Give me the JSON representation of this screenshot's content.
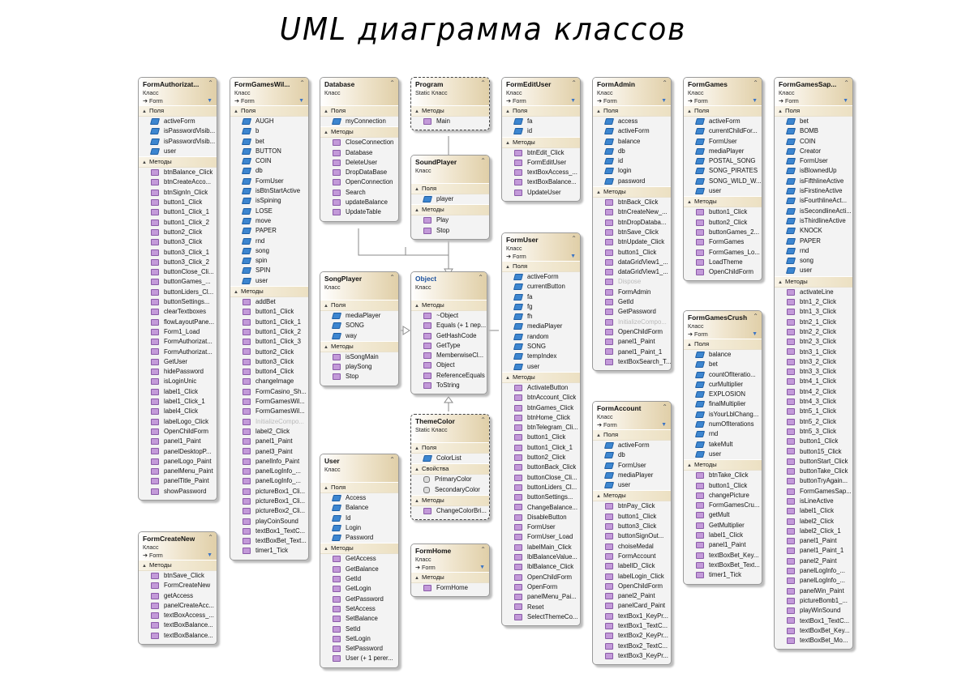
{
  "title": "UML диаграмма классов",
  "labels": {
    "fields": "Поля",
    "methods": "Методы",
    "properties": "Свойства",
    "class_kind": "Класс",
    "static_class_kind": "Static Класс",
    "base_form": "Form"
  },
  "classes": [
    {
      "name": "FormAuthorizat...",
      "kind": "Класс",
      "base": "Form",
      "sections": [
        {
          "label": "Поля",
          "items": [
            "activeForm",
            "isPasswordVisib...",
            "isPasswordVisib...",
            "user"
          ]
        },
        {
          "label": "Методы",
          "items": [
            "btnBalance_Click",
            "btnCreateAcco...",
            "btnSignIn_Click",
            "button1_Click",
            "button1_Click_1",
            "button1_Click_2",
            "button2_Click",
            "button3_Click",
            "button3_Click_1",
            "button3_Click_2",
            "buttonClose_Cli...",
            "buttonGames_...",
            "buttonLiders_Cl...",
            "buttonSettings...",
            "clearTextboxes",
            "flowLayoutPane...",
            "Form1_Load",
            "FormAuthorizat...",
            "FormAuthorizat...",
            "GetUser",
            "hidePassword",
            "isLoginUnic",
            "label1_Click",
            "label1_Click_1",
            "label4_Click",
            "labelLogo_Click",
            "OpenChildForm",
            "panel1_Paint",
            "panelDesktopP...",
            "panelLogo_Paint",
            "panelMenu_Paint",
            "panelTitle_Paint",
            "showPassword"
          ]
        }
      ]
    },
    {
      "name": "FormCreateNew",
      "kind": "Класс",
      "base": "Form",
      "sections": [
        {
          "label": "Методы",
          "items": [
            "btnSave_Click",
            "FormCreateNew",
            "getAccess",
            "panelCreateAcc...",
            "textBoxAccess_...",
            "textBoxBalance...",
            "textBoxBalance..."
          ]
        }
      ]
    },
    {
      "name": "FormGamesWil...",
      "kind": "Класс",
      "base": "Form",
      "sections": [
        {
          "label": "Поля",
          "items": [
            "AUGH",
            "b",
            "bet",
            "BUTTON",
            "COIN",
            "db",
            "FormUser",
            "isBtnStartActive",
            "isSpining",
            "LOSE",
            "move",
            "PAPER",
            "rnd",
            "song",
            "spin",
            "SPIN",
            "user"
          ]
        },
        {
          "label": "Методы",
          "items": [
            "addBet",
            "button1_Click",
            "button1_Click_1",
            "button1_Click_2",
            "button1_Click_3",
            "button2_Click",
            "button3_Click",
            "button4_Click",
            "changeImage",
            "FormCasino_Sh...",
            "FormGamesWil...",
            "FormGamesWil...",
            "InitializeCompo...",
            "label2_Click",
            "panel1_Paint",
            "panel3_Paint",
            "panelInfo_Paint",
            "panelLogInfo_...",
            "panelLogInfo_...",
            "pictureBox1_Cli...",
            "pictureBox1_Cli...",
            "pictureBox2_Cli...",
            "playCoinSound",
            "textBox1_TextC...",
            "textBoxBet_Text...",
            "timer1_Tick"
          ]
        }
      ]
    },
    {
      "name": "Database",
      "kind": "Класс",
      "sections": [
        {
          "label": "Поля",
          "items": [
            "myConnection"
          ]
        },
        {
          "label": "Методы",
          "items": [
            "CloseConnection",
            "Database",
            "DeleteUser",
            "DropDataBase",
            "OpenConnection",
            "Search",
            "updateBalance",
            "UpdateTable"
          ]
        }
      ]
    },
    {
      "name": "Program",
      "kind": "Static Класс",
      "sections": [
        {
          "label": "Методы",
          "items": [
            "Main"
          ]
        }
      ]
    },
    {
      "name": "SoundPlayer",
      "kind": "Класс",
      "sections": [
        {
          "label": "Поля",
          "items": [
            "player"
          ]
        },
        {
          "label": "Методы",
          "items": [
            "Play",
            "Stop"
          ]
        }
      ]
    },
    {
      "name": "SongPlayer",
      "kind": "Класс",
      "sections": [
        {
          "label": "Поля",
          "items": [
            "mediaPlayer",
            "SONG",
            "way"
          ]
        },
        {
          "label": "Методы",
          "items": [
            "isSongMain",
            "playSong",
            "Stop"
          ]
        }
      ]
    },
    {
      "name": "Object",
      "kind": "Класс",
      "sections": [
        {
          "label": "Методы",
          "items": [
            "~Object",
            "Equals (+ 1 пер...",
            "GetHashCode",
            "GetType",
            "MemberwiseCl...",
            "Object",
            "ReferenceEquals",
            "ToString"
          ]
        }
      ]
    },
    {
      "name": "ThemeColor",
      "kind": "Static Класс",
      "sections": [
        {
          "label": "Поля",
          "items": [
            "ColorList"
          ]
        },
        {
          "label": "Свойства",
          "items": [
            "PrimaryColor",
            "SecondaryColor"
          ]
        },
        {
          "label": "Методы",
          "items": [
            "ChangeColorBri..."
          ]
        }
      ]
    },
    {
      "name": "User",
      "kind": "Класс",
      "sections": [
        {
          "label": "Поля",
          "items": [
            "Access",
            "Balance",
            "Id",
            "Login",
            "Password"
          ]
        },
        {
          "label": "Методы",
          "items": [
            "GetAccess",
            "GetBalance",
            "GetId",
            "GetLogin",
            "GetPassword",
            "SetAccess",
            "SetBalance",
            "SetId",
            "SetLogin",
            "SetPassword",
            "User (+ 1 perer..."
          ]
        }
      ]
    },
    {
      "name": "FormHome",
      "kind": "Класс",
      "base": "Form",
      "sections": [
        {
          "label": "Методы",
          "items": [
            "FormHome"
          ]
        }
      ]
    },
    {
      "name": "FormEditUser",
      "kind": "Класс",
      "base": "Form",
      "sections": [
        {
          "label": "Поля",
          "items": [
            "fa",
            "id"
          ]
        },
        {
          "label": "Методы",
          "items": [
            "btnEdit_Click",
            "FormEditUser",
            "textBoxAccess_...",
            "textBoxBalance...",
            "UpdateUser"
          ]
        }
      ]
    },
    {
      "name": "FormUser",
      "kind": "Класс",
      "base": "Form",
      "sections": [
        {
          "label": "Поля",
          "items": [
            "activeForm",
            "currentButton",
            "fa",
            "fg",
            "fh",
            "mediaPlayer",
            "random",
            "SONG",
            "tempIndex",
            "user"
          ]
        },
        {
          "label": "Методы",
          "items": [
            "ActivateButton",
            "btnAccount_Click",
            "btnGames_Click",
            "btnHome_Click",
            "btnTelegram_Cli...",
            "button1_Click",
            "button1_Click_1",
            "button2_Click",
            "buttonBack_Click",
            "buttonClose_Cli...",
            "buttonLiders_Cl...",
            "buttonSettings...",
            "ChangeBalance...",
            "DisableButton",
            "FormUser",
            "FormUser_Load",
            "labelMain_Click",
            "lblBalanceValue...",
            "lblBalance_Click",
            "OpenChildForm",
            "OpenForm",
            "panelMenu_Pai...",
            "Reset",
            "SelectThemeCo..."
          ]
        }
      ]
    },
    {
      "name": "FormAdmin",
      "kind": "Класс",
      "base": "Form",
      "sections": [
        {
          "label": "Поля",
          "items": [
            "access",
            "activeForm",
            "balance",
            "db",
            "id",
            "login",
            "password"
          ]
        },
        {
          "label": "Методы",
          "items": [
            "btnBack_Click",
            "btnCreateNew_...",
            "btnDropDataba...",
            "btnSave_Click",
            "btnUpdate_Click",
            "button1_Click",
            "dataGridView1_...",
            "dataGridView1_...",
            "Dispose",
            "FormAdmin",
            "GetId",
            "GetPassword",
            "InitializeCompo...",
            "OpenChildForm",
            "panel1_Paint",
            "panel1_Paint_1",
            "textBoxSearch_T..."
          ]
        }
      ]
    },
    {
      "name": "FormAccount",
      "kind": "Класс",
      "base": "Form",
      "sections": [
        {
          "label": "Поля",
          "items": [
            "activeForm",
            "db",
            "FormUser",
            "mediaPlayer",
            "user"
          ]
        },
        {
          "label": "Методы",
          "items": [
            "btnPay_Click",
            "button1_Click",
            "button3_Click",
            "buttonSignOut...",
            "choiseMedal",
            "FormAccount",
            "labelID_Click",
            "labelLogin_Click",
            "OpenChildForm",
            "panel2_Paint",
            "panelCard_Paint",
            "textBox1_KeyPr...",
            "textBox1_TextC...",
            "textBox2_KeyPr...",
            "textBox2_TextC...",
            "textBox3_KeyPr..."
          ]
        }
      ]
    },
    {
      "name": "FormGames",
      "kind": "Класс",
      "base": "Form",
      "sections": [
        {
          "label": "Поля",
          "items": [
            "activeForm",
            "currentChildFor...",
            "FormUser",
            "mediaPlayer",
            "POSTAL_SONG",
            "SONG_PIRATES",
            "SONG_WILD_W...",
            "user"
          ]
        },
        {
          "label": "Методы",
          "items": [
            "button1_Click",
            "button2_Click",
            "buttonGames_2...",
            "FormGames",
            "FormGames_Lo...",
            "LoadTheme",
            "OpenChildForm"
          ]
        }
      ]
    },
    {
      "name": "FormGamesCrush",
      "kind": "Класс",
      "base": "Form",
      "sections": [
        {
          "label": "Поля",
          "items": [
            "balance",
            "bet",
            "countOfIteratio...",
            "curMultiplier",
            "EXPLOSION",
            "finalMultiplier",
            "isYourLblChang...",
            "numOfIterations",
            "rnd",
            "takeMult",
            "user"
          ]
        },
        {
          "label": "Методы",
          "items": [
            "btnTake_Click",
            "button1_Click",
            "changePicture",
            "FormGamesCru...",
            "getMult",
            "GetMultiplier",
            "label1_Click",
            "panel1_Paint",
            "textBoxBet_Key...",
            "textBoxBet_Text...",
            "timer1_Tick"
          ]
        }
      ]
    },
    {
      "name": "FormGamesSap...",
      "kind": "Класс",
      "base": "Form",
      "sections": [
        {
          "label": "Поля",
          "items": [
            "bet",
            "BOMB",
            "COIN",
            "Creator",
            "FormUser",
            "isBlownedUp",
            "isFifthlineActive",
            "isFirstineActive",
            "isFourthlineAct...",
            "isSecondlineActi...",
            "isThirdlineActive",
            "KNOCK",
            "PAPER",
            "rnd",
            "song",
            "user"
          ]
        },
        {
          "label": "Методы",
          "items": [
            "activateLine",
            "btn1_2_Click",
            "btn1_3_Click",
            "btn2_1_Click",
            "btn2_2_Click",
            "btn2_3_Click",
            "btn3_1_Click",
            "btn3_2_Click",
            "btn3_3_Click",
            "btn4_1_Click",
            "btn4_2_Click",
            "btn4_3_Click",
            "btn5_1_Click",
            "btn5_2_Click",
            "btn5_3_Click",
            "button1_Click",
            "button15_Click",
            "buttonStart_Click",
            "buttonTake_Click",
            "buttonTryAgain...",
            "FormGamesSap...",
            "isLineActive",
            "label1_Click",
            "label2_Click",
            "label2_Click_1",
            "panel1_Paint",
            "panel1_Paint_1",
            "panel2_Paint",
            "panelLogInfo_...",
            "panelLogInfo_...",
            "panelWin_Paint",
            "pictureBomb1_...",
            "playWinSound",
            "textBox1_TextC...",
            "textBoxBet_Key...",
            "textBoxBet_Mo..."
          ]
        }
      ]
    }
  ]
}
